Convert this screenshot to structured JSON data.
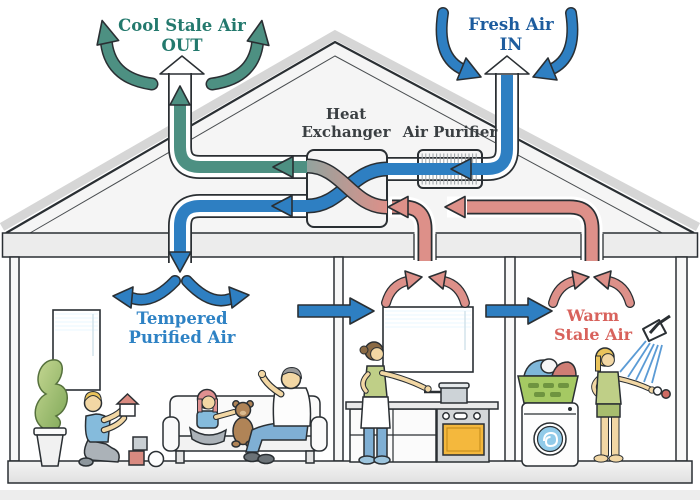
{
  "labels": {
    "cool_stale_air": {
      "line1": "Cool Stale Air",
      "line2": "OUT"
    },
    "fresh_air": {
      "line1": "Fresh Air",
      "line2": "IN"
    },
    "heat_exchanger": {
      "line1": "Heat",
      "line2": "Exchanger"
    },
    "air_purifier": "Air Purifier",
    "tempered_purified_air": {
      "line1": "Tempered",
      "line2": "Purified Air"
    },
    "warm_stale_air": {
      "line1": "Warm",
      "line2": "Stale Air"
    }
  },
  "icons": [
    "roof-vent-out-icon",
    "roof-vent-in-icon",
    "heat-exchanger-box-icon",
    "air-purifier-box-icon",
    "stale-air-out-arrows",
    "fresh-air-in-arrows",
    "tempered-air-fan-arrows",
    "warm-air-extract-arrows",
    "room-transfer-arrows",
    "window-icon",
    "plant-icon",
    "couch-icon",
    "teddy-bear-icon",
    "toy-house-icon",
    "stove-icon",
    "cooking-pot-icon",
    "laundry-basket-icon",
    "washing-machine-icon",
    "shower-icon",
    "shower-knob-icon"
  ],
  "colors": {
    "teal": "#4D9082",
    "teal_text": "#23796D",
    "blue": "#2E7FC2",
    "blue_text": "#1D5C9E",
    "tempered_text": "#2E82C4",
    "salmon": "#DD9089",
    "salmon_text": "#D8625C",
    "ink": "#2A2F33",
    "exch_gray": "#93A39E",
    "attic": "#F5F5F5",
    "band_gray": "#ECECEC",
    "glass_light": "#DCF0FA",
    "glass_dark": "#AAD6EC",
    "skin": "#F2D7A4",
    "jeans": "#7FAFD4",
    "shirt_blue": "#85BBDC",
    "green_top": "#BFCF87",
    "hair_blond": "#E9C35B",
    "hair_brown": "#8A6A45",
    "hair_gray": "#9B9B9B",
    "hair_pink": "#DF9090",
    "teddy": "#B08457",
    "pants_gray": "#ABB2B8",
    "plant_green": "#9FBE6B",
    "oven_orange": "#F4B83D",
    "basket_green": "#A5C963",
    "washer_door": "#92CBE9",
    "spray_blue": "#5B9BD5",
    "knob_red": "#CF6A62",
    "toy_roof": "#D98A80"
  }
}
